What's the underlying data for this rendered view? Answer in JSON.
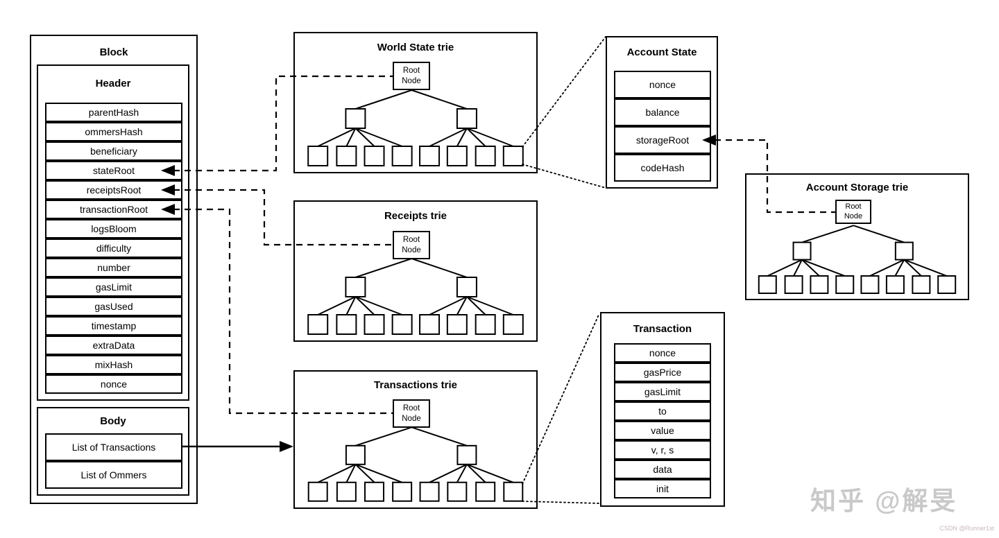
{
  "block": {
    "title": "Block",
    "header": {
      "title": "Header",
      "fields": [
        "parentHash",
        "ommersHash",
        "beneficiary",
        "stateRoot",
        "receiptsRoot",
        "transactionRoot",
        "logsBloom",
        "difficulty",
        "number",
        "gasLimit",
        "gasUsed",
        "timestamp",
        "extraData",
        "mixHash",
        "nonce"
      ]
    },
    "body": {
      "title": "Body",
      "items": [
        "List of Transactions",
        "List of Ommers"
      ]
    }
  },
  "tries": {
    "world_state": {
      "title": "World State trie",
      "root_label": "Root Node"
    },
    "receipts": {
      "title": "Receipts trie",
      "root_label": "Root Node"
    },
    "transactions": {
      "title": "Transactions trie",
      "root_label": "Root Node"
    },
    "account_storage": {
      "title": "Account Storage trie",
      "root_label": "Root Node"
    }
  },
  "account_state": {
    "title": "Account State",
    "fields": [
      "nonce",
      "balance",
      "storageRoot",
      "codeHash"
    ]
  },
  "transaction": {
    "title": "Transaction",
    "fields": [
      "nonce",
      "gasPrice",
      "gasLimit",
      "to",
      "value",
      "v, r, s",
      "data",
      "init"
    ]
  },
  "watermarks": {
    "zhihu": "知乎 @解旻",
    "csdn": "CSDN @Runner1st"
  },
  "colors": {
    "line": "#000000",
    "background": "#ffffff",
    "watermark": "#c9c9c9",
    "csdn_watermark": "#c9b6b6"
  }
}
